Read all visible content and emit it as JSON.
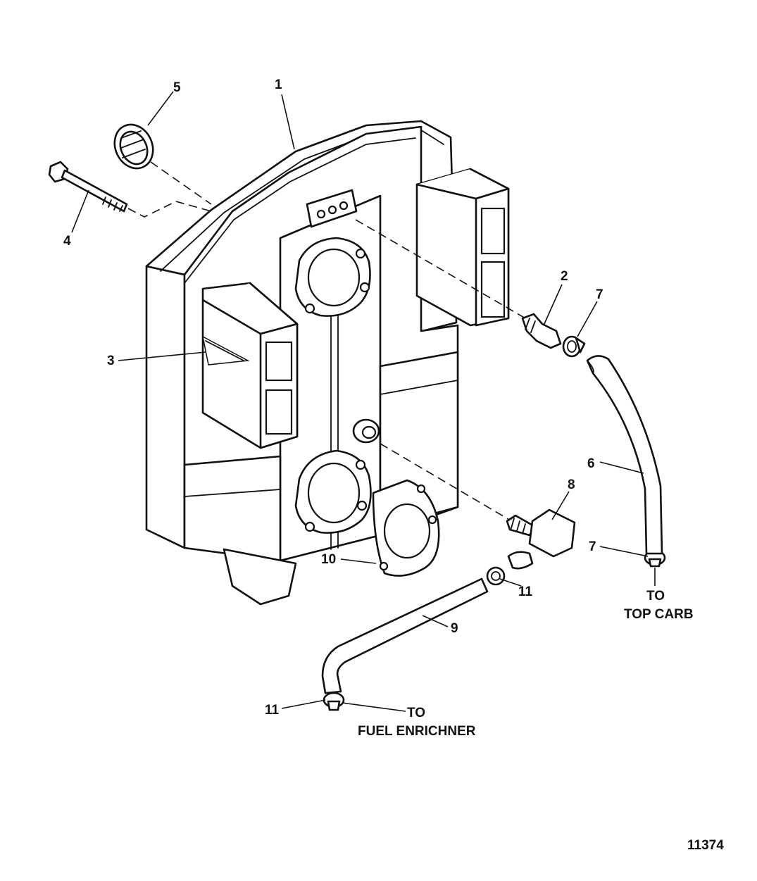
{
  "figure_number": "11374",
  "callouts": {
    "c1": "1",
    "c2": "2",
    "c3": "3",
    "c4": "4",
    "c5": "5",
    "c6": "6",
    "c7a": "7",
    "c7b": "7",
    "c8": "8",
    "c9": "9",
    "c10": "10",
    "c11a": "11",
    "c11b": "11"
  },
  "notes": {
    "top_carb_line1": "TO",
    "top_carb_line2": "TOP CARB",
    "fuel_line1": "TO",
    "fuel_line2": "FUEL ENRICHNER"
  }
}
